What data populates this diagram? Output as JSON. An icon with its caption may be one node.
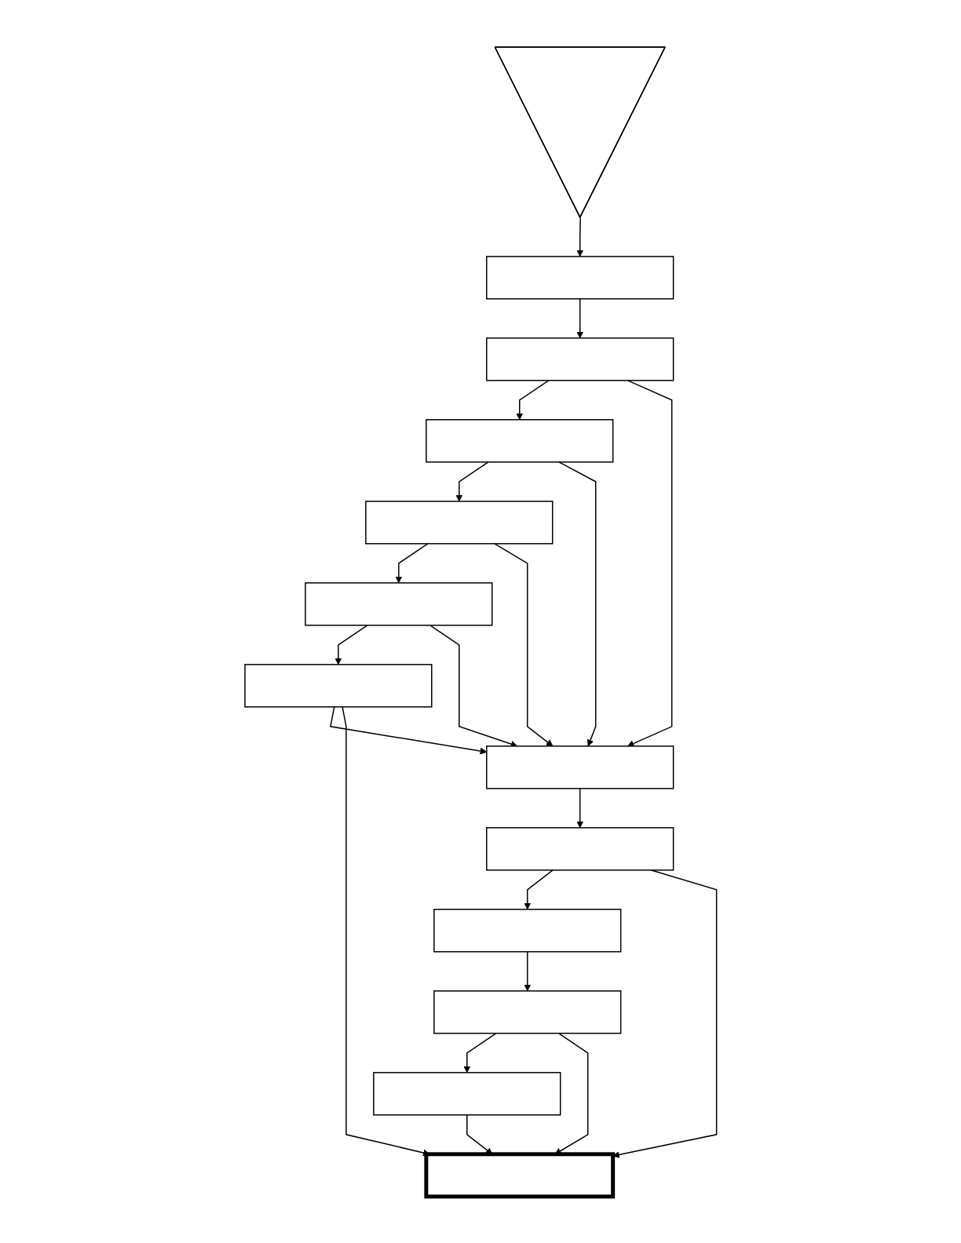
{
  "diagram": {
    "nodes": [
      {
        "text": [],
        "shape": "pentagon"
      },
      {
        "text": [],
        "shape": "box"
      },
      {
        "text": [],
        "shape": "box"
      },
      {
        "text": [],
        "shape": "box"
      },
      {
        "text": [],
        "shape": "box"
      },
      {
        "text": [],
        "shape": "box"
      },
      {
        "text": [],
        "shape": "box"
      },
      {
        "text": [],
        "shape": "box"
      },
      {
        "text": [],
        "shape": "box"
      },
      {
        "text": [],
        "shape": "box"
      },
      {
        "text": [],
        "shape": "box"
      },
      {
        "text": [],
        "shape": "box"
      },
      {
        "text": [],
        "shape": "box"
      }
    ],
    "edges": [
      {
        "from": 0,
        "to": 1,
        "arrow": "to"
      },
      {
        "from": 1,
        "to": 2,
        "arrow": "to"
      },
      {
        "from": 2,
        "to": 3,
        "arrow": "to"
      },
      {
        "from": 3,
        "to": 4,
        "arrow": "to"
      },
      {
        "from": 4,
        "to": 5,
        "arrow": "to"
      },
      {
        "from": 5,
        "to": 6,
        "arrow": "to"
      },
      {
        "from": 2,
        "to": 7,
        "arrow": "to"
      },
      {
        "from": 3,
        "to": 7,
        "arrow": "to"
      },
      {
        "from": 4,
        "to": 7,
        "arrow": "to"
      },
      {
        "from": 5,
        "to": 7,
        "arrow": "to"
      },
      {
        "from": 6,
        "to": 7,
        "arrow": "to"
      },
      {
        "from": 7,
        "to": 8,
        "arrow": "to"
      },
      {
        "from": 8,
        "to": 9,
        "arrow": "to"
      },
      {
        "from": 9,
        "to": 10,
        "arrow": "to"
      },
      {
        "from": 10,
        "to": 11,
        "arrow": "to"
      },
      {
        "from": 6,
        "to": 12,
        "arrow": "to"
      },
      {
        "from": 8,
        "to": 12,
        "arrow": "to"
      },
      {
        "from": 10,
        "to": 12,
        "arrow": "to"
      },
      {
        "from": 11,
        "to": 12,
        "arrow": "to"
      }
    ]
  }
}
